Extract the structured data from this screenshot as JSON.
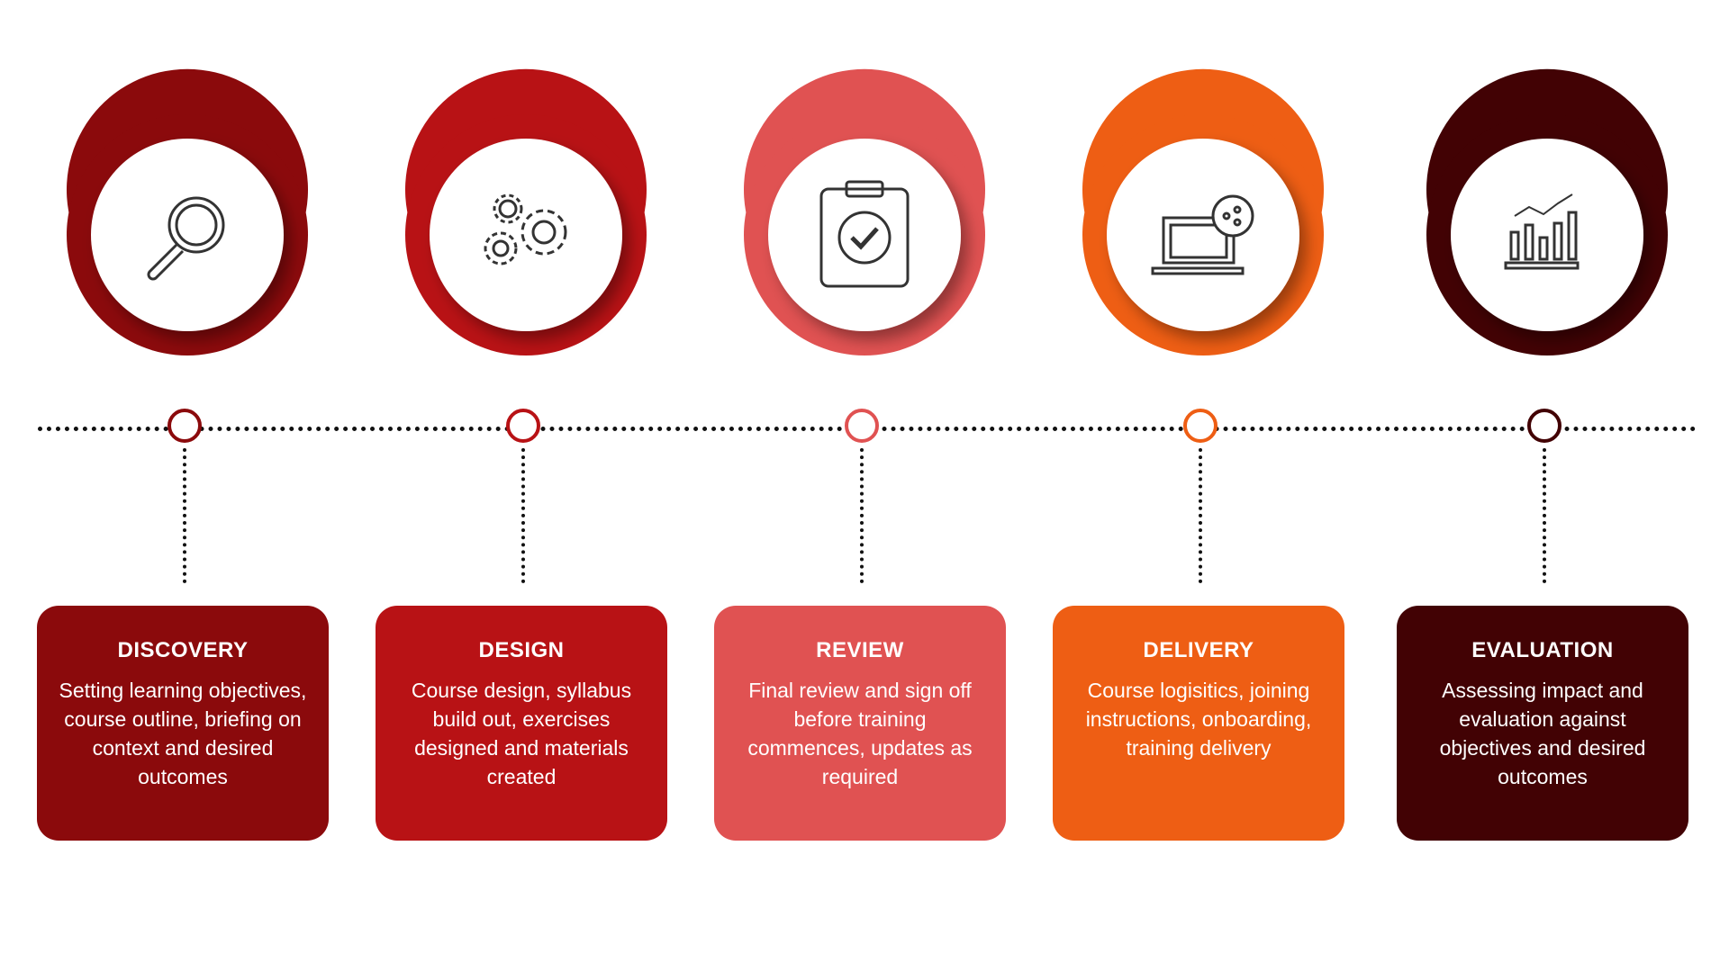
{
  "stages": [
    {
      "title": "DISCOVERY",
      "body": "Setting learning objectives, course outline, briefing on context and desired outcomes",
      "icon": "magnifier-icon",
      "color": "#8B0A0C"
    },
    {
      "title": "DESIGN",
      "body": "Course design, syllabus build out, exercises designed and materials created",
      "icon": "gears-icon",
      "color": "#B81215"
    },
    {
      "title": "REVIEW",
      "body": "Final review and sign off before training commences, updates as required",
      "icon": "clipboard-check-icon",
      "color": "#E05252"
    },
    {
      "title": "DELIVERY",
      "body": "Course logisitics, joining instructions, onboarding, training delivery",
      "icon": "laptop-share-icon",
      "color": "#EE5E14"
    },
    {
      "title": "EVALUATION",
      "body": "Assessing impact and evaluation against objectives and desired outcomes",
      "icon": "bar-chart-icon",
      "color": "#420204"
    }
  ]
}
